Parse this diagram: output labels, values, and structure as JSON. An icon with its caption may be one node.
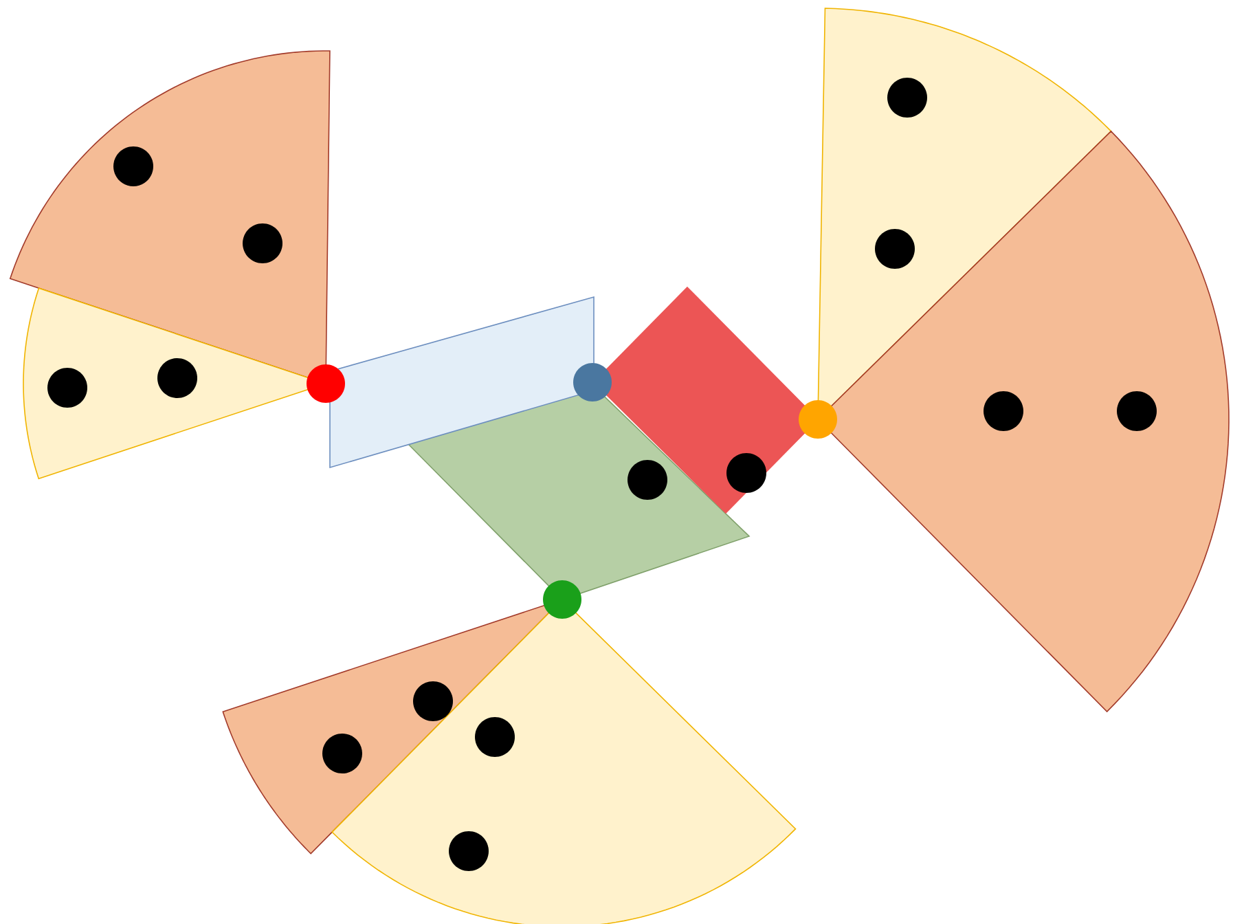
{
  "diagram": {
    "nodes": [
      {
        "text": [],
        "shape": "wedge"
      },
      {
        "text": [],
        "shape": "circle",
        "in": 0
      },
      {
        "text": [],
        "shape": "circle",
        "in": 0
      },
      {
        "text": [],
        "shape": "wedge"
      },
      {
        "text": [],
        "shape": "circle",
        "in": 3
      },
      {
        "text": [],
        "shape": "circle",
        "in": 3
      },
      {
        "text": [],
        "shape": "parallelogram"
      },
      {
        "text": [],
        "shape": "circle"
      },
      {
        "text": [],
        "shape": "circle"
      },
      {
        "text": [],
        "shape": "diamond"
      },
      {
        "text": [],
        "shape": "parallelogram"
      },
      {
        "text": [],
        "shape": "circle",
        "in": 10
      },
      {
        "text": [],
        "shape": "circle",
        "in": 9
      },
      {
        "text": [],
        "shape": "wedge"
      },
      {
        "text": [],
        "shape": "circle",
        "in": 13
      },
      {
        "text": [],
        "shape": "circle",
        "in": 13
      },
      {
        "text": [],
        "shape": "circle"
      },
      {
        "text": [],
        "shape": "wedge"
      },
      {
        "text": [],
        "shape": "circle",
        "in": 17
      },
      {
        "text": [],
        "shape": "circle",
        "in": 17
      },
      {
        "text": [],
        "shape": "circle"
      },
      {
        "text": [],
        "shape": "wedge"
      },
      {
        "text": [],
        "shape": "circle",
        "in": 21
      },
      {
        "text": [],
        "shape": "circle",
        "in": 21
      },
      {
        "text": [],
        "shape": "wedge"
      },
      {
        "text": [],
        "shape": "circle",
        "in": 24
      },
      {
        "text": [],
        "shape": "circle",
        "in": 24
      }
    ]
  }
}
